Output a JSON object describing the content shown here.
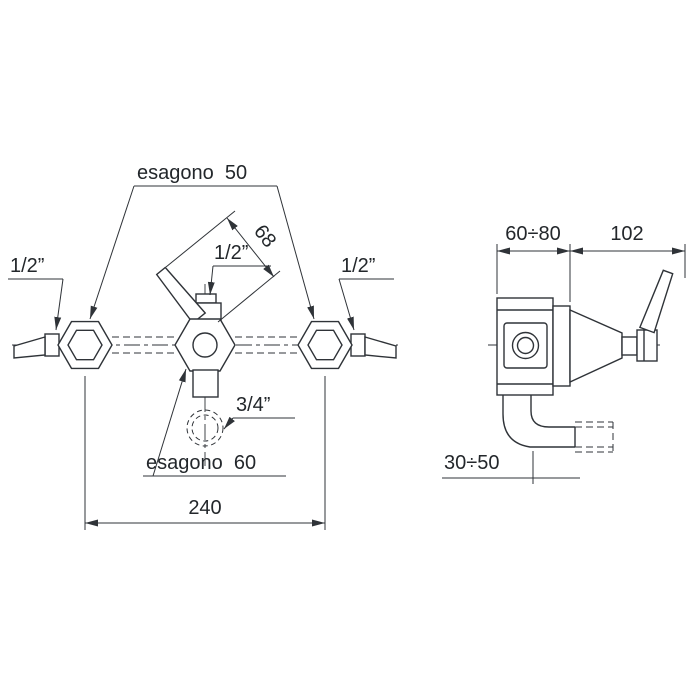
{
  "colors": {
    "background": "#ffffff",
    "line": "#2f3338",
    "text": "#23272b"
  },
  "front_view": {
    "labels": {
      "hex_top": "esagono  50",
      "lever_length": "68",
      "connection_left": "1/2”",
      "connection_center": "1/2”",
      "connection_right": "1/2”",
      "outlet_bottom": "3/4”",
      "hex_bottom": "esagono  60",
      "center_distance": "240"
    }
  },
  "side_view": {
    "labels": {
      "wall_depth": "60÷80",
      "projection": "102",
      "outlet_depth": "30÷50"
    }
  }
}
